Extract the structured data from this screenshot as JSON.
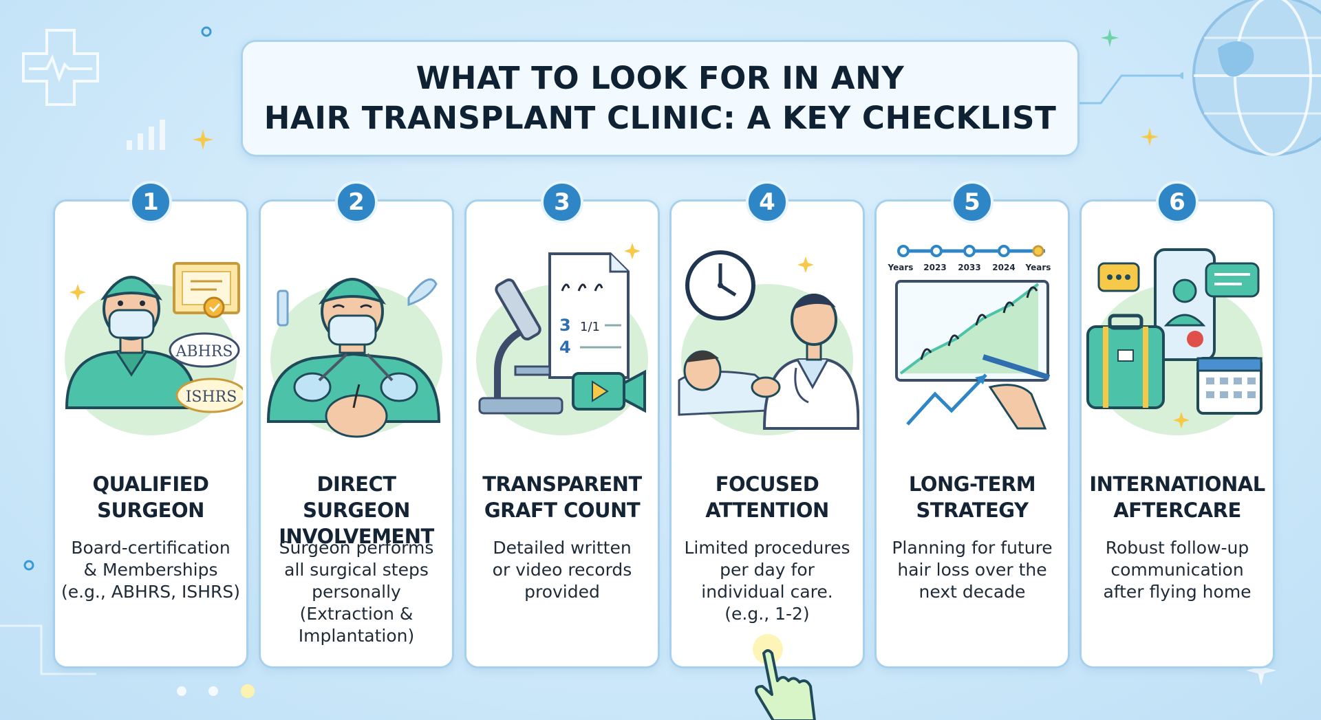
{
  "title": {
    "line1": "WHAT TO LOOK FOR IN ANY",
    "line2": "HAIR TRANSPLANT CLINIC: A KEY CHECKLIST"
  },
  "colors": {
    "accent": "#2f86c6",
    "card_border": "#a6d1ee",
    "scrubs": "#4cc3a8",
    "background": "#cfe9fa"
  },
  "cards": [
    {
      "number": "1",
      "title_line1": "QUALIFIED",
      "title_line2": "SURGEON",
      "desc": [
        "Board-certification",
        "& Memberships",
        "(e.g., ABHRS, ISHRS)"
      ],
      "badges": [
        "ABHRS",
        "ISHRS"
      ],
      "icon": "surgeon-certificate-icon"
    },
    {
      "number": "2",
      "title_line1": "DIRECT SURGEON",
      "title_line2": "INVOLVEMENT",
      "desc": [
        "Surgeon performs",
        "all surgical steps",
        "personally",
        "(Extraction &",
        "Implantation)"
      ],
      "icon": "surgeon-operating-icon"
    },
    {
      "number": "3",
      "title_line1": "TRANSPARENT",
      "title_line2": "GRAFT COUNT",
      "desc": [
        "Detailed written",
        "or video records",
        "provided"
      ],
      "doc_numbers": [
        "3",
        "4",
        "1/1"
      ],
      "icon": "microscope-document-icon"
    },
    {
      "number": "4",
      "title_line1": "FOCUSED",
      "title_line2": "ATTENTION",
      "desc": [
        "Limited procedures",
        "per day for",
        "individual care.",
        "(e.g., 1-2)"
      ],
      "icon": "doctor-patient-clock-icon"
    },
    {
      "number": "5",
      "title_line1": "LONG-TERM",
      "title_line2": "STRATEGY",
      "desc": [
        "Planning for future",
        "hair loss over the",
        "next decade"
      ],
      "timeline_labels": [
        "Years",
        "2023",
        "2033",
        "2024",
        "Years"
      ],
      "icon": "growth-chart-icon"
    },
    {
      "number": "6",
      "title_line1": "INTERNATIONAL",
      "title_line2": "AFTERCARE",
      "desc": [
        "Robust follow-up",
        "communication",
        "after flying home"
      ],
      "icon": "luggage-phone-icon"
    }
  ]
}
